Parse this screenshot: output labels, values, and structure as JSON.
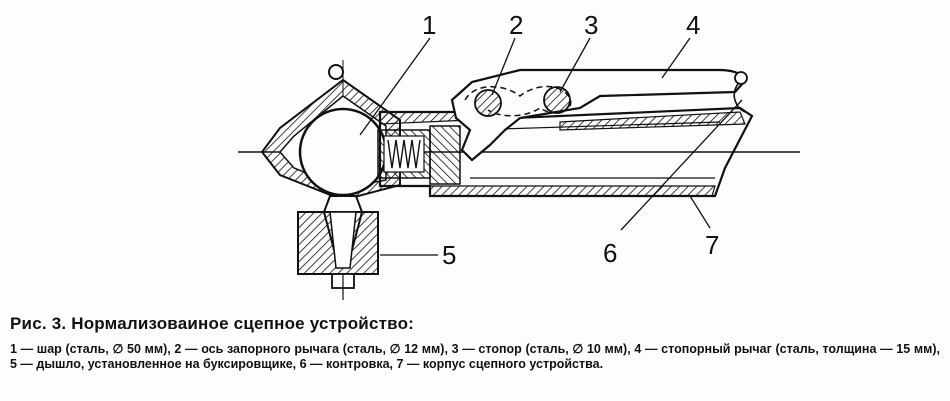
{
  "figure": {
    "labels": {
      "l1": "1",
      "l2": "2",
      "l3": "3",
      "l4": "4",
      "l5": "5",
      "l6": "6",
      "l7": "7"
    }
  },
  "caption": {
    "figure_label": "Рис. 3.",
    "title": "Нормализоваиное сцепное устройство:",
    "text": "1 — шар (сталь, ∅ 50 мм), 2 — ось запорного рычага (сталь, ∅ 12 мм), 3 — стопор (сталь, ∅ 10 мм), 4 — стопорный рычаг (сталь, толщина — 15 мм), 5 — дышло, установленное на буксировщике, 6 — контровка, 7 — корпус сцепного устройства."
  },
  "colors": {
    "ink": "#111111",
    "paper": "#fdfdfd"
  }
}
